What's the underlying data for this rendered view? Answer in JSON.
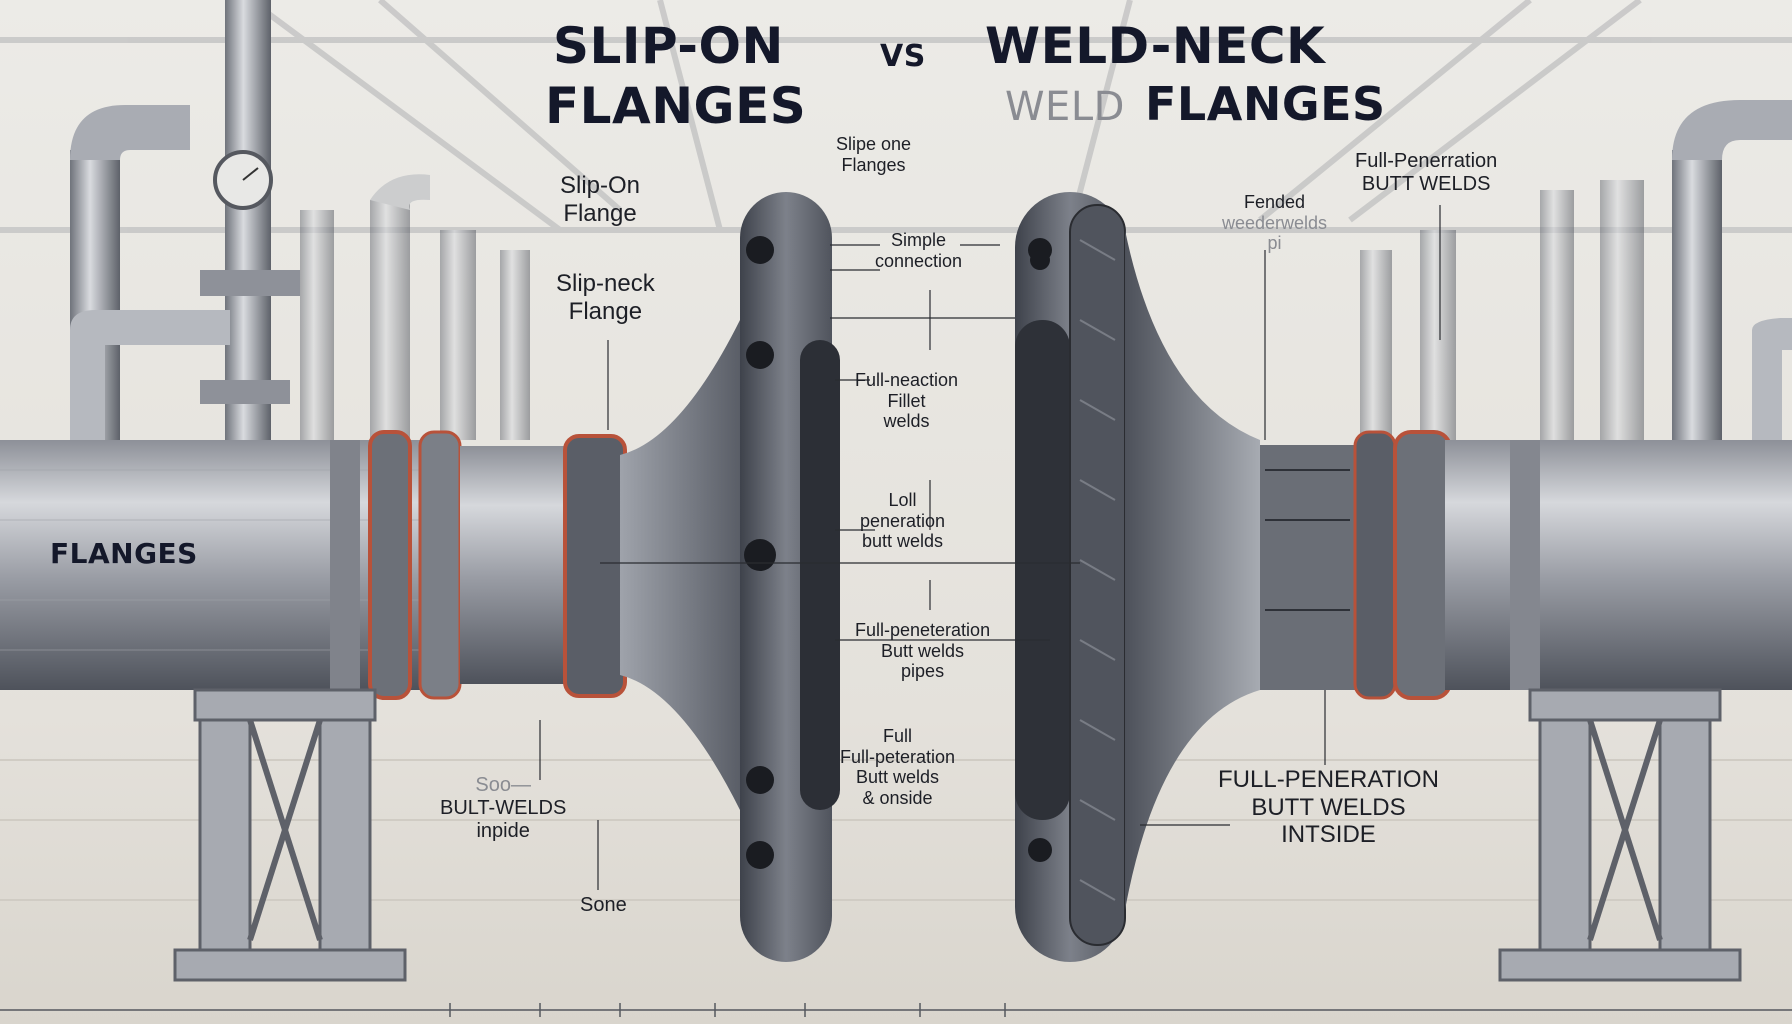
{
  "title": {
    "left_line1": "SLIP-ON",
    "left_line2": "FLANGES",
    "vs": "VS",
    "right_line1": "WELD-NECK",
    "right_line2_faint": "WELD",
    "right_line2": "FLANGES"
  },
  "labels": {
    "pipe_label": "FLANGES",
    "slip_on_flange_1": [
      "Slip-On",
      "Flange"
    ],
    "slip_on_flange_2": [
      "Slip-neck",
      "Flange"
    ],
    "slip_one_flanges": [
      "Slipe one",
      "Flanges"
    ],
    "simple_connection": [
      "Simple",
      "connection"
    ],
    "fillet_welds": [
      "Full-neaction",
      "Fillet",
      "welds"
    ],
    "loll_penetration": [
      "Loll",
      "peneration",
      "butt welds"
    ],
    "full_pen_pipes": [
      "Full-peneteration",
      "Butt welds",
      "pipes"
    ],
    "full_pen_onside": [
      "Full",
      "Full-peteration",
      "Butt welds",
      "& onside"
    ],
    "butt_welds_inside_left": [
      "Soo—",
      "BULT-WELDS",
      "inpide"
    ],
    "sone": "Sone",
    "fended_welds": [
      "Fended",
      "weederwelds",
      "pi"
    ],
    "full_pen_right_top": [
      "Full-Penerration",
      "BUTT WELDS"
    ],
    "full_pen_right_bottom": [
      "FULL-PENERATION",
      "BUTT WELDS",
      "INTSIDE"
    ]
  },
  "colors": {
    "background": "#e9e6e0",
    "steel_dark": "#4a4e57",
    "steel_light": "#c9ccd1",
    "weld_red": "#b8523a",
    "ink": "#1d1f26"
  }
}
